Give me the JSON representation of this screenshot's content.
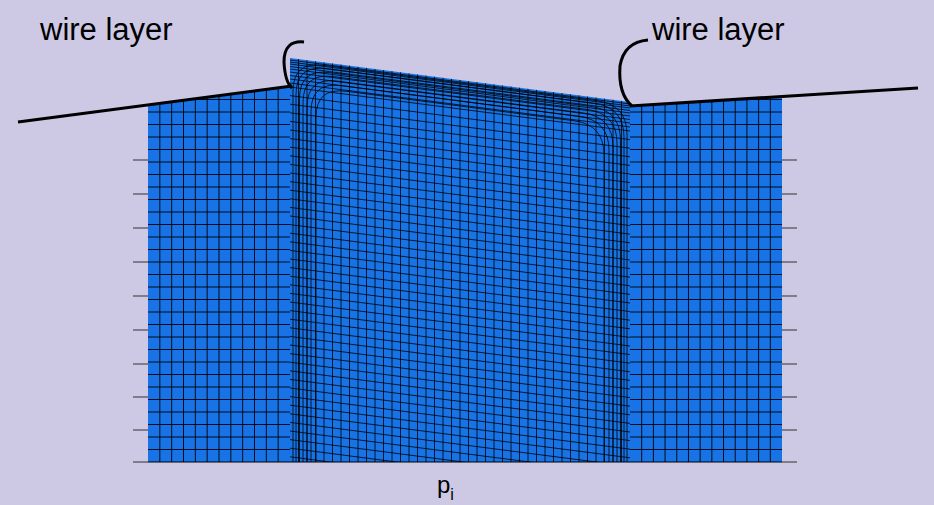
{
  "diagram": {
    "labels": [
      "wire layer",
      "wire layer",
      "p",
      "i"
    ]
  }
}
